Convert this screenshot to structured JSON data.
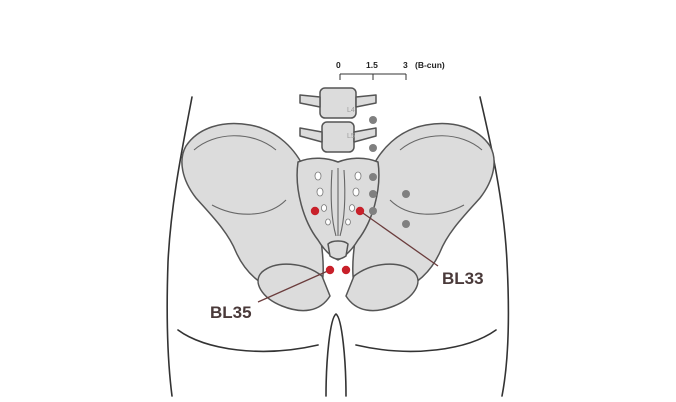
{
  "scale": {
    "ticks": [
      "0",
      "1.5",
      "3"
    ],
    "unit": "(B-cun)"
  },
  "vertebrae": [
    "L4",
    "L5"
  ],
  "points": {
    "bl33": "BL33",
    "bl35": "BL35"
  },
  "colors": {
    "bone_fill": "#dcdcdc",
    "bone_stroke": "#555555",
    "body_outline": "#333333",
    "acupoint_red": "#c8202a",
    "reference_gray": "#808080",
    "leader_line": "#6b3d3d"
  }
}
